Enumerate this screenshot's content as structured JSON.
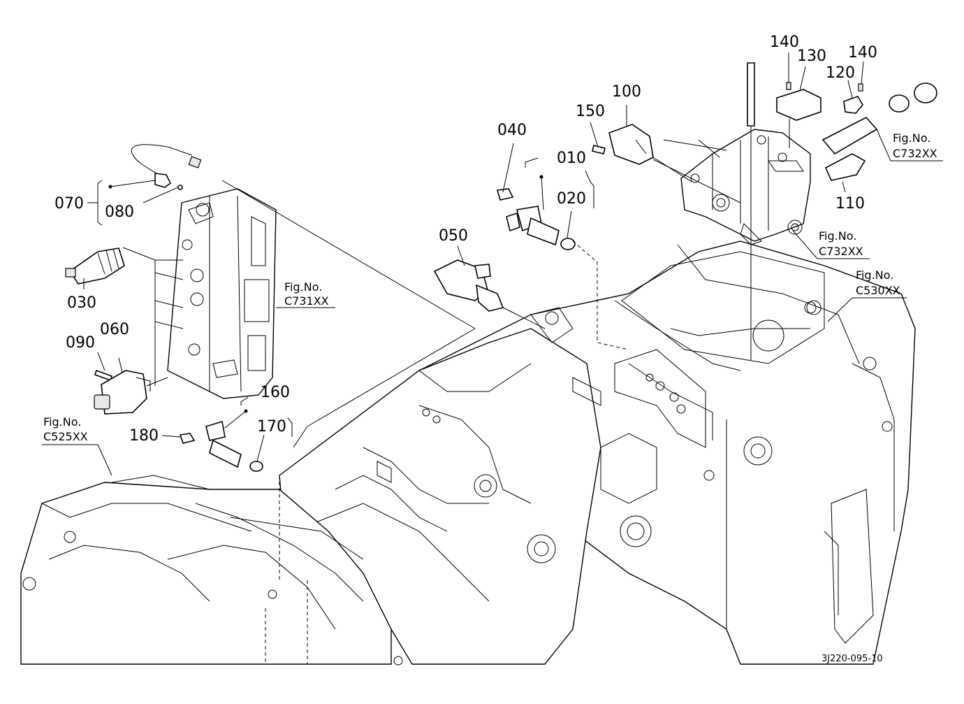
{
  "diagram": {
    "part_labels": {
      "p010": "010",
      "p020": "020",
      "p030": "030",
      "p040": "040",
      "p050": "050",
      "p060": "060",
      "p070": "070",
      "p080": "080",
      "p090": "090",
      "p100": "100",
      "p110": "110",
      "p120": "120",
      "p130": "130",
      "p140a": "140",
      "p140b": "140",
      "p150": "150",
      "p160": "160",
      "p170": "170",
      "p180": "180"
    },
    "figure_refs": {
      "c731": {
        "title": "Fig.No.",
        "code": "C731XX"
      },
      "c732a": {
        "title": "Fig.No.",
        "code": "C732XX"
      },
      "c732b": {
        "title": "Fig.No.",
        "code": "C732XX"
      },
      "c530": {
        "title": "Fig.No.",
        "code": "C530XX"
      },
      "c525": {
        "title": "Fig.No.",
        "code": "C525XX"
      }
    },
    "drawing_code": "3J220-095-10"
  }
}
